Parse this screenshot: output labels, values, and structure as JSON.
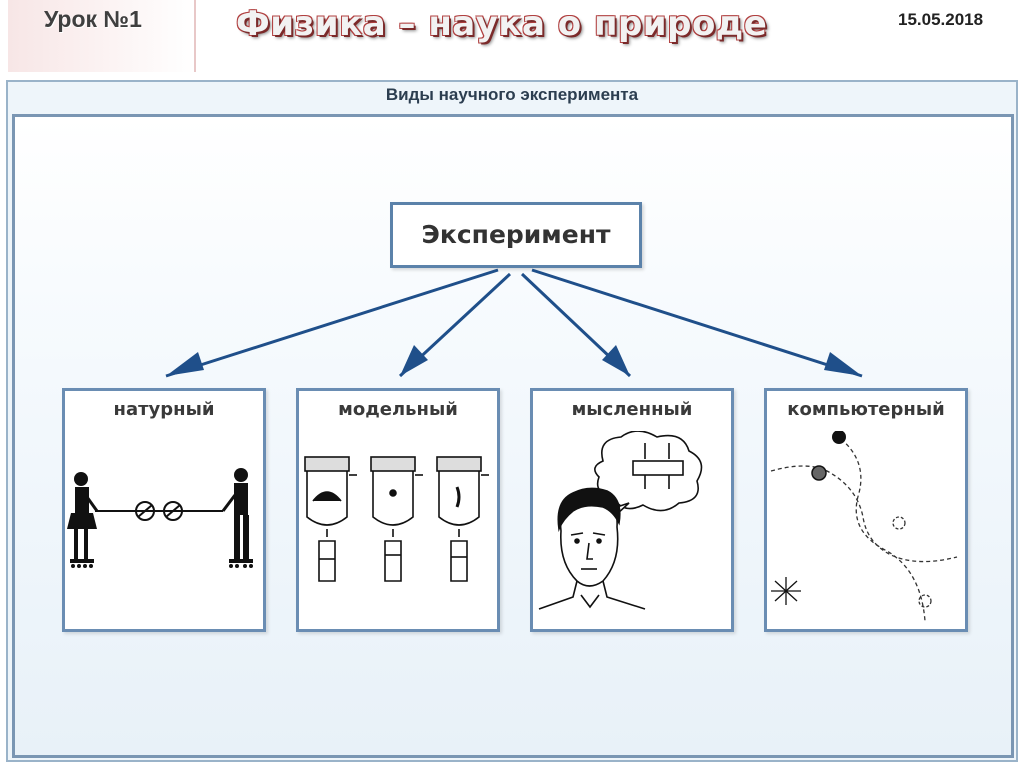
{
  "header": {
    "lesson": "Урок №1",
    "title": "Физика – наука о природе",
    "date": "15.05.2018"
  },
  "panel": {
    "title": "Виды научного эксперимента"
  },
  "diagram": {
    "root": "Эксперимент",
    "children": [
      {
        "label": "натурный",
        "icon": "tug-of-war-illustration"
      },
      {
        "label": "модельный",
        "icon": "glass-jars-illustration"
      },
      {
        "label": "мысленный",
        "icon": "thinking-man-illustration"
      },
      {
        "label": "компьютерный",
        "icon": "trajectory-simulation-illustration"
      }
    ],
    "colors": {
      "arrow": "#1f4f8a",
      "box_border": "#6a8db3"
    }
  }
}
